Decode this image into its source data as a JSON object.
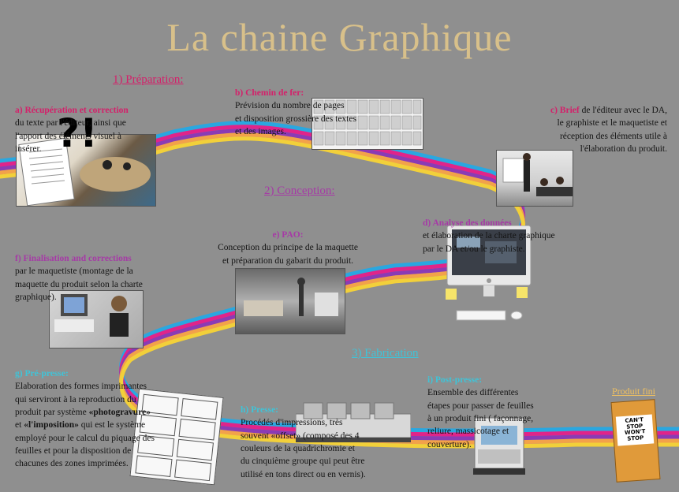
{
  "title": "La chaine Graphique",
  "phases": {
    "p1": "1) Préparation:",
    "p2": "2) Conception:",
    "p3": "3) Fabrication"
  },
  "steps": {
    "a": {
      "heading": "a) Récupération et correction",
      "lines": [
        "du texte par l'éditeur, ainsi que",
        "l'apport des éléments visuel à",
        "insérer."
      ]
    },
    "b": {
      "heading": "b) Chemin de fer:",
      "lines": [
        "Prévision du nombre de pages",
        "et disposition grossière des textes",
        "et des images."
      ]
    },
    "c": {
      "heading": "c) Brief",
      "lines": [
        "de l'éditeur avec le DA,",
        "le graphiste et le maquetiste et",
        "réception des éléments utile à",
        "l'élaboration du produit."
      ]
    },
    "d": {
      "heading": "d) Analyse des données",
      "lines": [
        "et élaboration de la charte graphique",
        "par le DA et/ou le graphiste."
      ]
    },
    "e": {
      "heading": "e) PAO:",
      "lines": [
        "Conception du principe de la maquette",
        "et préparation du gabarit du produit."
      ]
    },
    "f": {
      "heading": "f) Finalisation and corrections",
      "lines": [
        "par le maquetiste (montage de la",
        "maquette du produit selon la charte",
        "graphique)."
      ]
    },
    "g": {
      "heading": "g) Pré-presse:",
      "lines": [
        "Elaboration des formes imprimantes",
        "qui serviront à la reproduction du",
        "produit par système",
        "et",
        "employé pour le calcul du piquage des",
        "feuilles et pour la disposition de",
        "chacunes des zones imprimées."
      ],
      "b1": "«photogravure»",
      "b2": "«l'imposition»",
      "t2": "qui est le système"
    },
    "h": {
      "heading": "h) Presse:",
      "lines": [
        "Procédés d'impressions, très",
        "souvent «offset» (composé des 4",
        "couleurs de la quadrichromie et",
        "du cinquième groupe qui peut être",
        "utilisé en tons direct ou en vernis)."
      ]
    },
    "i": {
      "heading": "i) Post-presse:",
      "lines": [
        "Ensemble des différentes",
        "étapes pour passer de feuilles",
        "à un produit fini ( façonnage,",
        "reliure, massicotage et",
        "couverture)."
      ]
    }
  },
  "final": {
    "label": "Produit fini",
    "box_text": "CAN'T STOP WON'T STOP"
  },
  "logo_glyphs": "?!",
  "colors": {
    "background": "#8f8f8f",
    "title": "#d8c08a",
    "ribbon": [
      "#2aa7e0",
      "#e0248a",
      "#8a3bb5",
      "#f2a24a",
      "#f2d03a"
    ]
  }
}
